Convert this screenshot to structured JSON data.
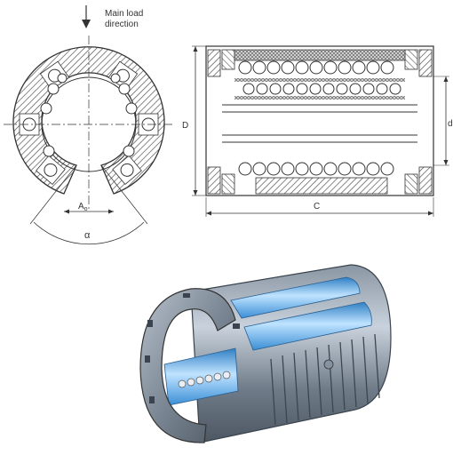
{
  "annotations": {
    "load_line1": "Main load",
    "load_line2": "direction",
    "dim_A": "A",
    "dim_A_sub": "o",
    "dim_alpha": "α",
    "dim_D": "D",
    "dim_C": "C",
    "dim_d": "d"
  },
  "colors": {
    "line": "#333333",
    "hatch": "#555555",
    "ball_fill": "#ffffff",
    "steel_dark": "#5f6b78",
    "steel_light": "#c9d2dc",
    "accent_blue": "#4aa3e6"
  },
  "icons": {
    "load_arrow": "down-arrow-icon"
  }
}
